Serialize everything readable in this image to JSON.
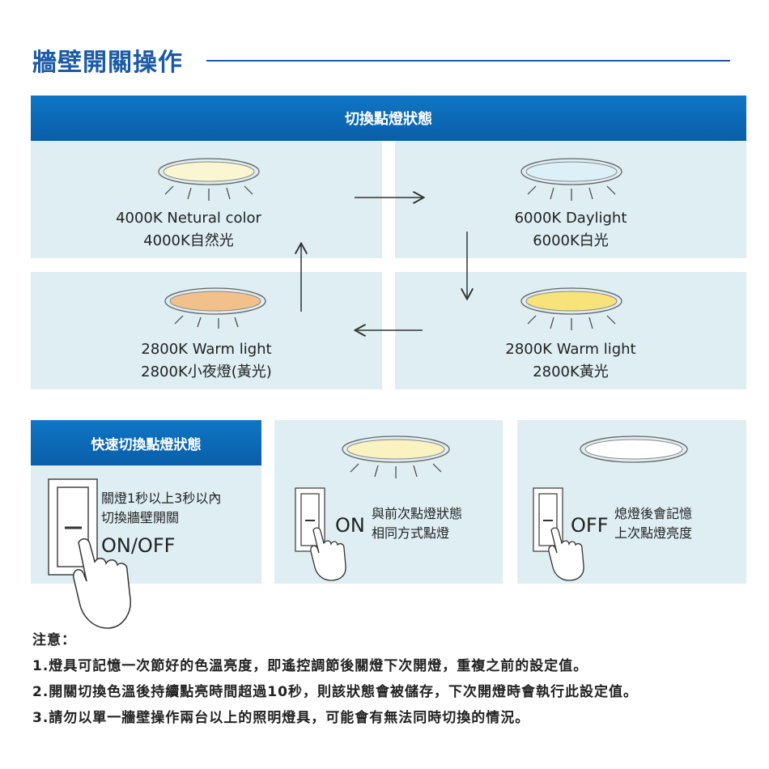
{
  "heading": "牆壁開關操作",
  "banner": "切換點燈狀態",
  "states": [
    {
      "line1": "4000K Netural color",
      "line2": "4000K自然光",
      "fill": "#fbf6d2"
    },
    {
      "line1": "6000K Daylight",
      "line2": "6000K白光",
      "fill": "#dcf0f7"
    },
    {
      "line1": "2800K Warm light",
      "line2": "2800K小夜燈(黃光)",
      "fill": "#f2c08b"
    },
    {
      "line1": "2800K Warm light",
      "line2": "2800K黃光",
      "fill": "#f8e27a"
    }
  ],
  "quick": {
    "title": "快速切換點燈狀態",
    "text1": "關燈1秒以上3秒以內",
    "text2": "切換牆壁開關",
    "onoff": "ON/OFF"
  },
  "on_panel": {
    "label": "ON",
    "text1": "與前次點燈狀態",
    "text2": "相同方式點燈",
    "fill": "#fbf2c2"
  },
  "off_panel": {
    "label": "OFF",
    "text1": "熄燈後會記憶",
    "text2": "上次點燈亮度",
    "fill": "#ffffff"
  },
  "notes": {
    "header": "注意：",
    "items": [
      "1.燈具可記憶一次節好的色溫亮度，即遙控調節後關燈下次開燈，重複之前的設定值。",
      "2.開關切換色溫後持續點亮時間超過10秒，則該狀態會被儲存，下次開燈時會執行此設定值。",
      "3.請勿以單一牆壁操作兩台以上的照明燈具，可能會有無法同時切換的情況。"
    ]
  }
}
